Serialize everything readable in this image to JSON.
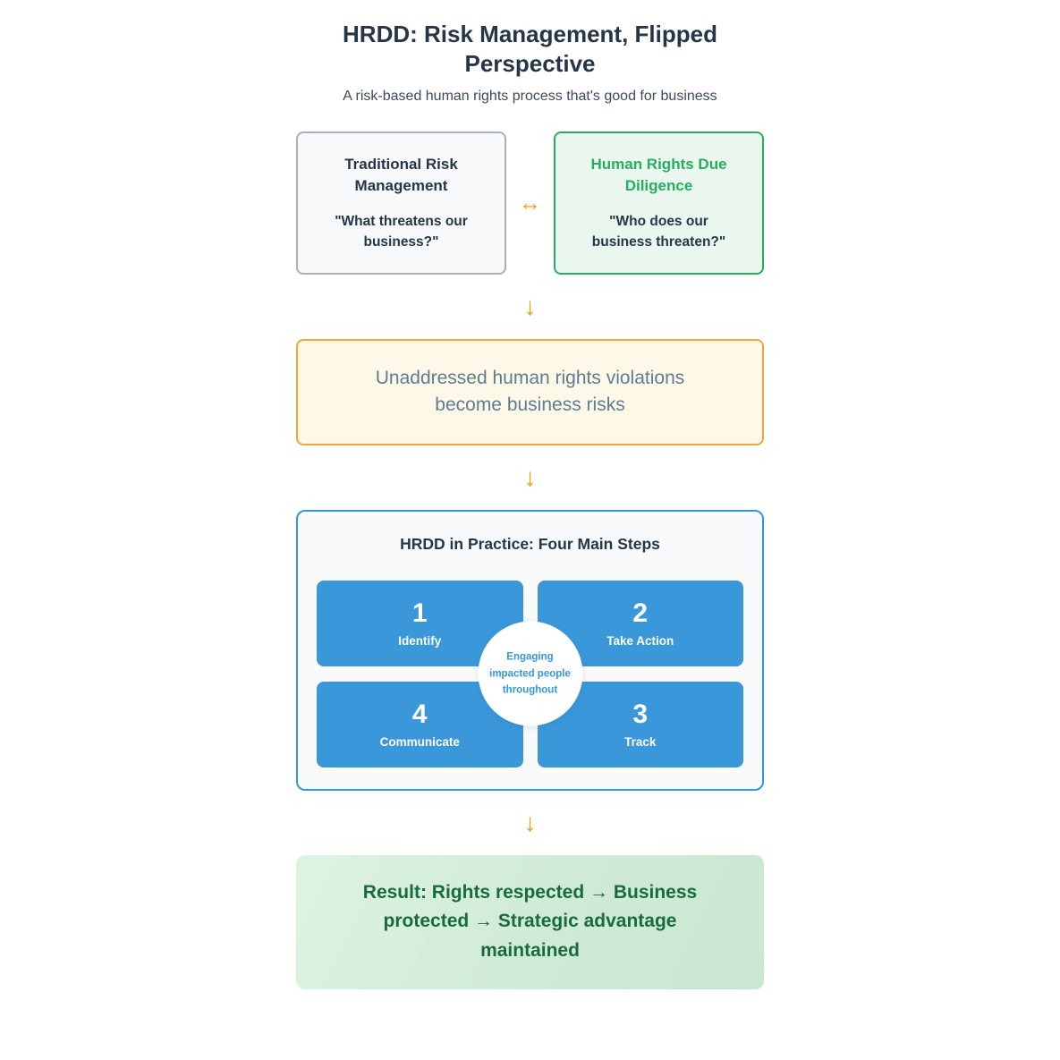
{
  "page": {
    "title": "HRDD: Risk Management, Flipped\nPerspective",
    "subtitle": "A risk-based human rights process that's good for business"
  },
  "symbols": {
    "swap_arrow": "↔",
    "down_arrow": "↓"
  },
  "comparison": {
    "traditional": {
      "title": "Traditional Risk\nManagement",
      "quote": "\"What threatens our\nbusiness?\""
    },
    "hrdd": {
      "title": "Human Rights Due\nDiligence",
      "quote": "\"Who does our\nbusiness threaten?\""
    }
  },
  "risk_box": {
    "text": "Unaddressed human rights violations\nbecome business risks"
  },
  "practice": {
    "title": "HRDD in Practice: Four Main Steps",
    "steps": [
      {
        "number": "1",
        "label": "Identify"
      },
      {
        "number": "2",
        "label": "Take Action"
      },
      {
        "number": "4",
        "label": "Communicate"
      },
      {
        "number": "3",
        "label": "Track"
      }
    ],
    "center_note": "Engaging\nimpacted people\nthroughout"
  },
  "result": {
    "text": "Result: Rights respected → Business\nprotected → Strategic advantage\nmaintained"
  },
  "colors": {
    "navy_text": "#253649",
    "green_accent": "#27ae60",
    "green_box_bg": "#e9f7ef",
    "gray_box_bg": "#f8f9fa",
    "gray_border": "#a7b1ba",
    "orange_accent": "#f39c12",
    "yellow_box_bg": "#fdf8e8",
    "yellow_box_border": "#f0a832",
    "risk_text": "#5e7d93",
    "blue_accent": "#3498db",
    "step_blue": "#3a98da",
    "result_text_green": "#186c3a",
    "result_bg_green": "#cfebd7"
  }
}
